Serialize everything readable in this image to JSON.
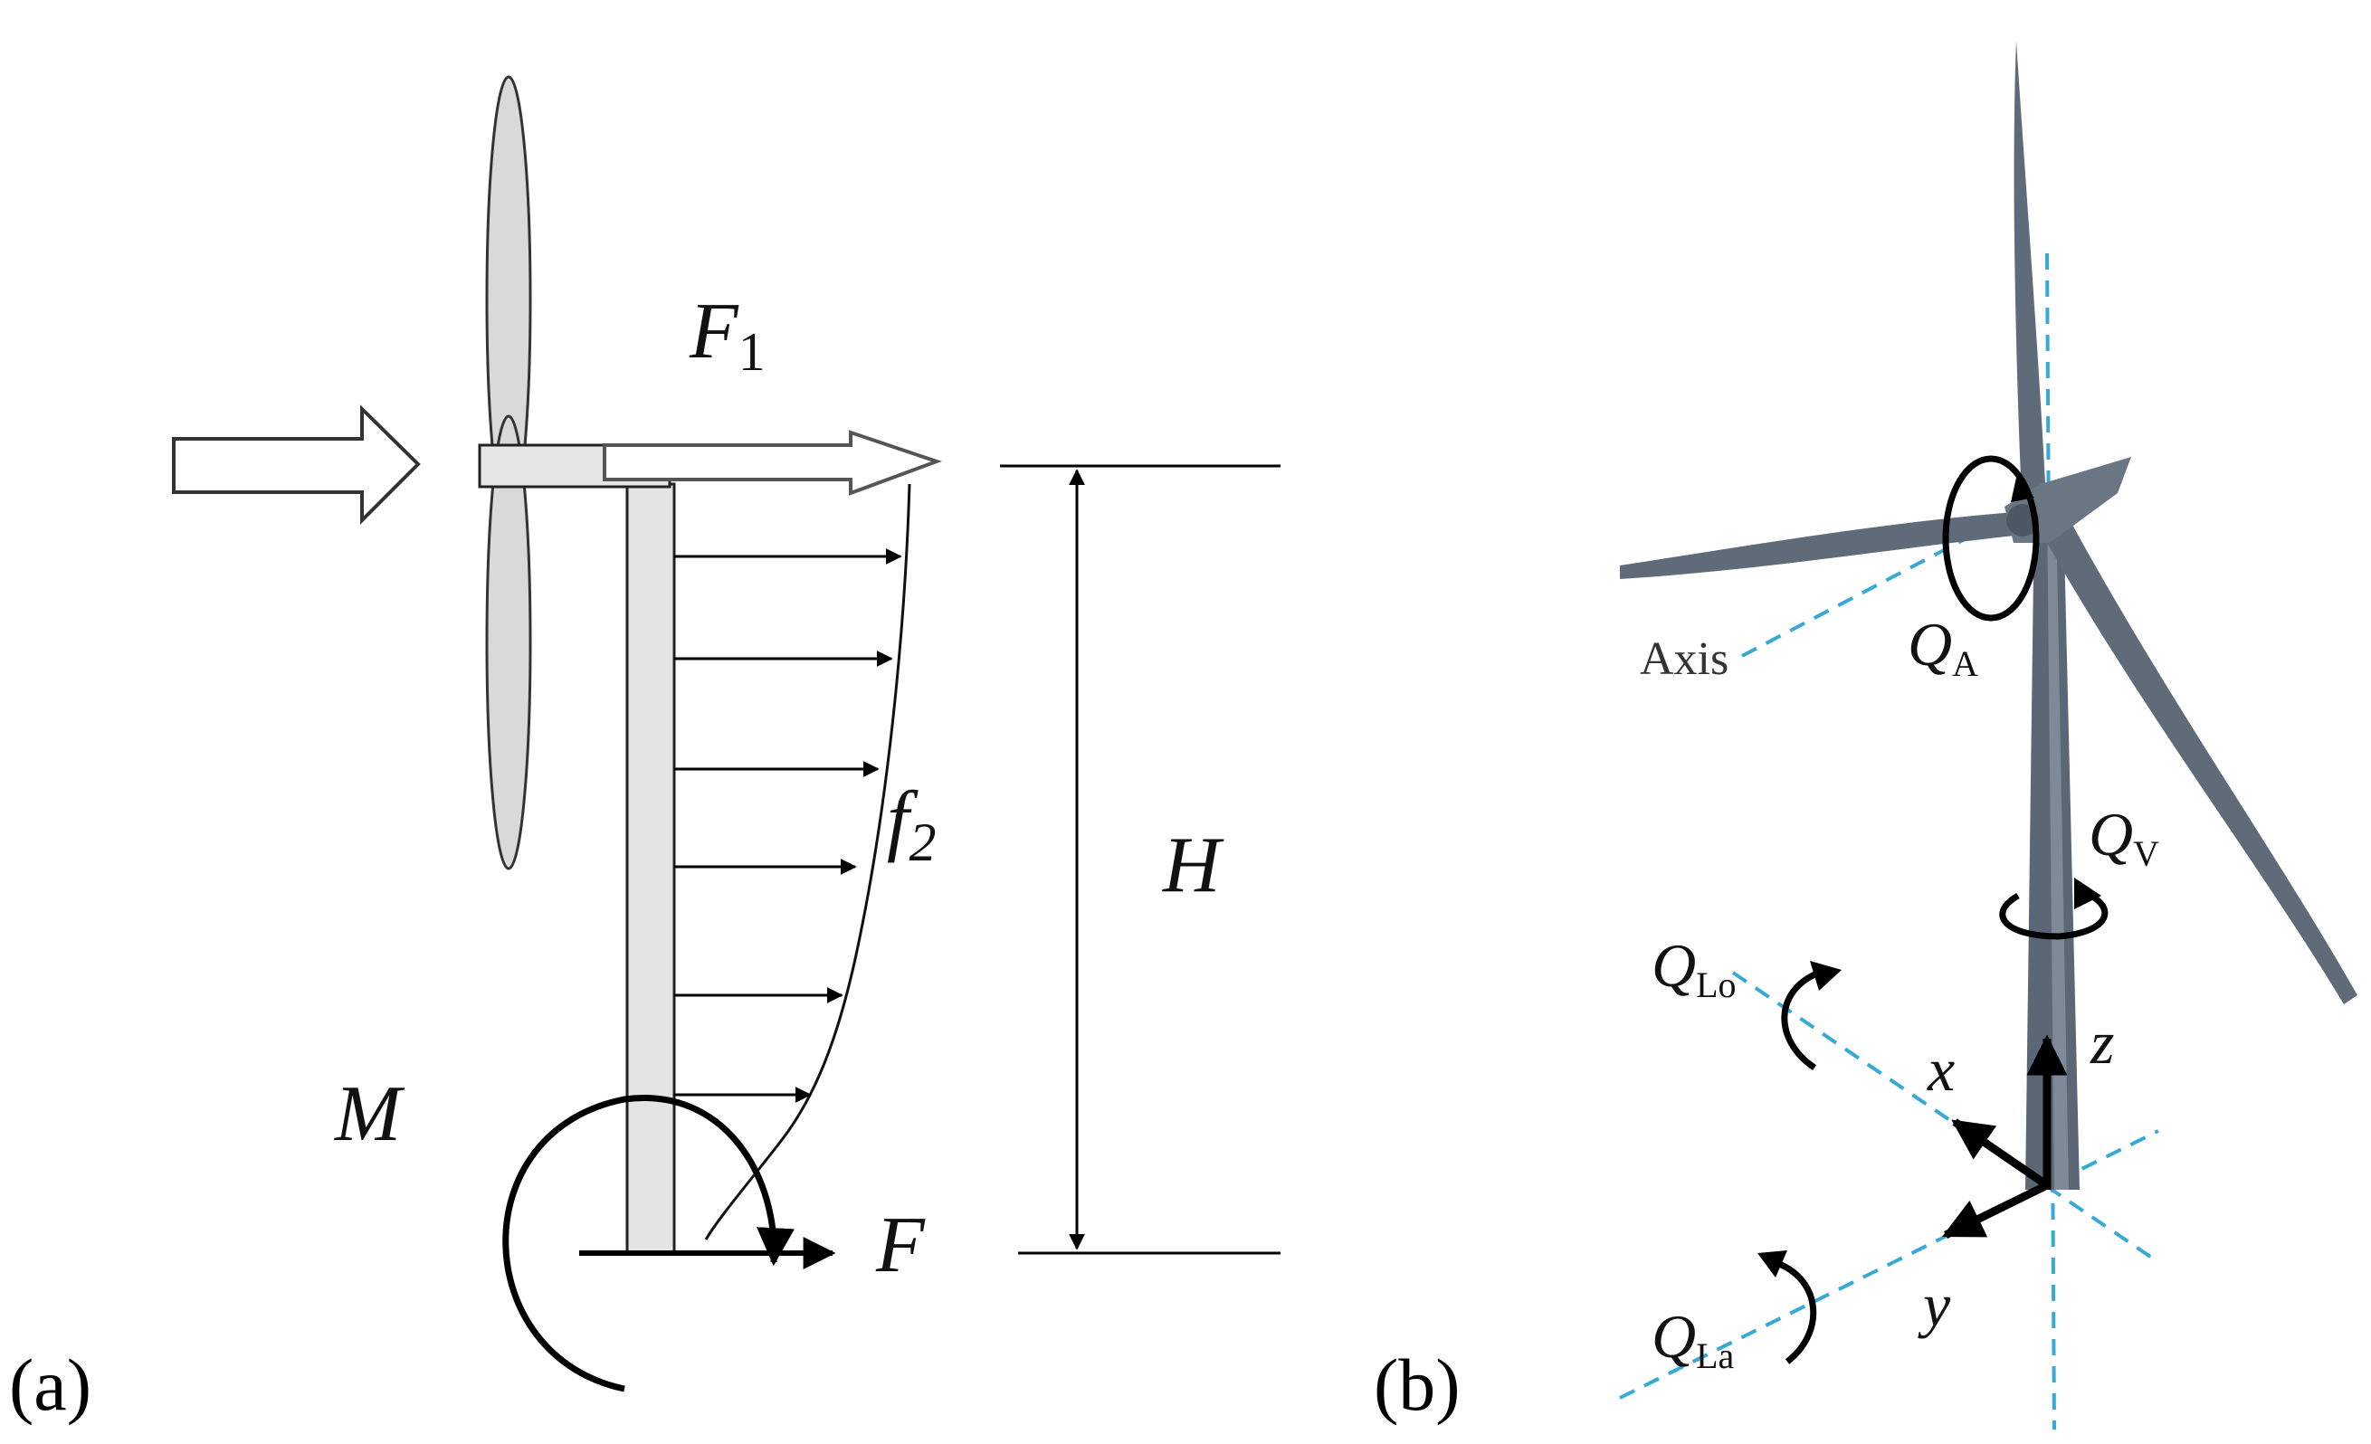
{
  "panel_a": {
    "label": "(a)",
    "force_top": {
      "main": "F",
      "sub": "1"
    },
    "distributed_load": {
      "main": "f",
      "sub": "2"
    },
    "height": "H",
    "moment": "M",
    "base_force": "F"
  },
  "panel_b": {
    "label": "(b)",
    "axis_label": "Axis",
    "q_axial": {
      "main": "Q",
      "sub": "A"
    },
    "q_vertical": {
      "main": "Q",
      "sub": "V"
    },
    "q_longitudinal": {
      "main": "Q",
      "sub": "Lo"
    },
    "q_lateral": {
      "main": "Q",
      "sub": "La"
    },
    "coord_x": "x",
    "coord_y": "y",
    "coord_z": "z"
  },
  "colors": {
    "tower_fill": "#e4e4e4",
    "blade_fill": "#d9d9d9",
    "turbine_3d": "#5b6774",
    "axis_dash": "#36a9d6"
  }
}
